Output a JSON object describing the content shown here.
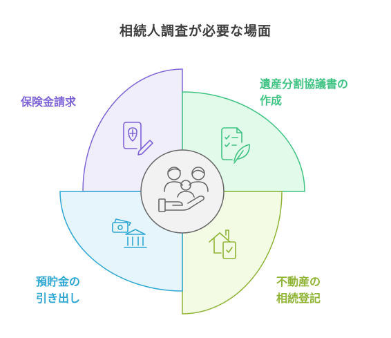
{
  "title": "相続人調査が必要な場面",
  "quadrants": [
    {
      "key": "insurance",
      "label_lines": [
        "保険金請求"
      ],
      "color": "#7e63d6",
      "fill": "#f1eefb",
      "icon": "insurance-document-icon"
    },
    {
      "key": "division",
      "label_lines": [
        "遺産分割協議書の",
        "作成"
      ],
      "color": "#3fc383",
      "fill": "#e2faea",
      "icon": "agreement-document-icon"
    },
    {
      "key": "realestate",
      "label_lines": [
        "不動産の",
        "相続登記"
      ],
      "color": "#8fb436",
      "fill": "#f3fbe4",
      "icon": "house-checkmark-icon"
    },
    {
      "key": "deposit",
      "label_lines": [
        "預貯金の",
        "引き出し"
      ],
      "color": "#2ea7d3",
      "fill": "#e6f5fb",
      "icon": "bank-money-icon"
    }
  ],
  "center_icon": "family-hand-icon"
}
